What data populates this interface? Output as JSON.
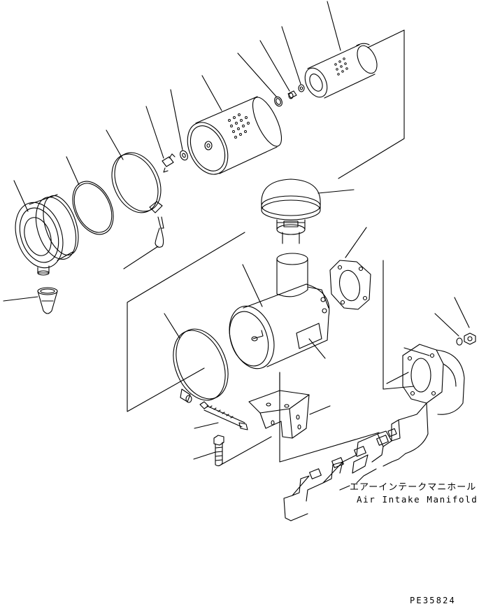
{
  "figure": {
    "code": "PE35824"
  },
  "labels": {
    "manifold_jp": "エアーインテークマニホールド",
    "manifold_en": "Air Intake Manifold"
  }
}
